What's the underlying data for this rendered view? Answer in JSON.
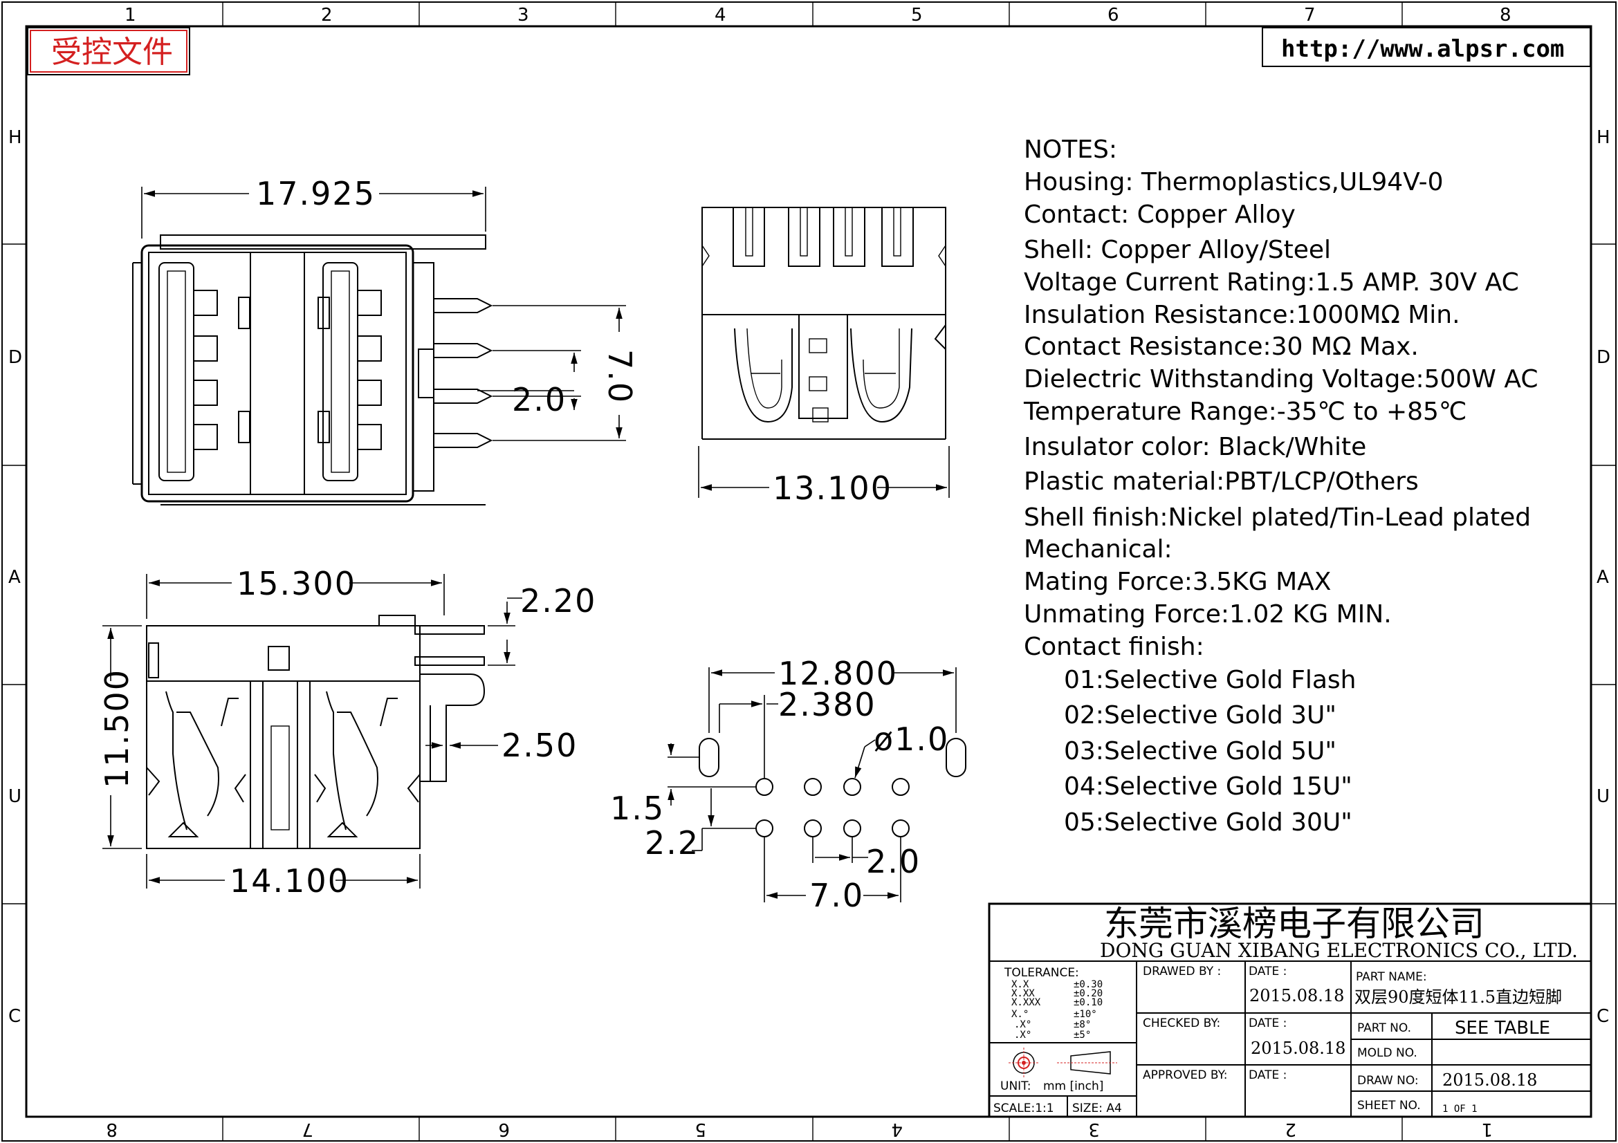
{
  "controlled_stamp": "受控文件",
  "url": "http://www.alpsr.com",
  "grid": {
    "top": [
      "1",
      "2",
      "3",
      "4",
      "5",
      "6",
      "7",
      "8"
    ],
    "bottom": [
      "8",
      "7",
      "6",
      "5",
      "4",
      "3",
      "2",
      "1"
    ],
    "left": [
      "H",
      "D",
      "A",
      "U",
      "C"
    ],
    "right": [
      "H",
      "D",
      "A",
      "U",
      "C"
    ]
  },
  "dimensions": {
    "top_width": "17.925",
    "pitch_7": "7.0",
    "pitch_2": "2.0",
    "front_width": "13.100",
    "side_width": "15.300",
    "side_height": "11.500",
    "offset_220": "2.20",
    "offset_250": "2.50",
    "bottom_width": "14.100",
    "pcb_width": "12.800",
    "pcb_offset": "2.380",
    "hole_dia": "ø1.0",
    "pcb_15": "1.5",
    "pcb_22": "2.2",
    "pcb_20": "2.0",
    "pcb_70": "7.0"
  },
  "notes": {
    "title": "NOTES:",
    "lines": [
      "Housing:  Thermoplastics,UL94V-0",
      "Contact:  Copper  Alloy",
      "Shell:  Copper  Alloy/Steel",
      "Voltage  Current  Rating:1.5  AMP.  30V  AC",
      "Insulation  Resistance:1000MΩ  Min.",
      "Contact  Resistance:30  MΩ  Max.",
      "Dielectric  Withstanding  Voltage:500W  AC",
      "Temperature  Range:-35℃  to  +85℃",
      "Insulator  color:  Black/White",
      "Plastic  material:PBT/LCP/Others",
      "Shell  finish:Nickel  plated/Tin-Lead  plated",
      "Mechanical:",
      "Mating  Force:3.5KG  MAX",
      "Unmating  Force:1.02  KG  MIN.",
      "Contact  finish:"
    ],
    "finishes": [
      "01:Selective  Gold  Flash",
      "02:Selective  Gold  3U\"",
      "03:Selective  Gold  5U\"",
      "04:Selective  Gold  15U\"",
      "05:Selective  Gold  30U\""
    ]
  },
  "title_block": {
    "company_cn": "东莞市溪榜电子有限公司",
    "company_en": "DONG  GUAN  XIBANG  ELECTRONICS  CO.,  LTD.",
    "tolerance_label": "TOLERANCE:",
    "tolerance_rows": [
      [
        "X.X",
        "±0.30"
      ],
      [
        "X.XX",
        "±0.20"
      ],
      [
        "X.XXX",
        "±0.10"
      ],
      [
        "X.°",
        "±10°"
      ],
      [
        ".X°",
        "±8°"
      ],
      [
        ".X°",
        "±5°"
      ]
    ],
    "unit_label": "UNIT:",
    "unit_value": "mm  [inch]",
    "scale": "SCALE:1:1",
    "size": "SIZE:  A4",
    "drawn_by": "DRAWED  BY :",
    "checked_by": "CHECKED  BY:",
    "approved_by": "APPROVED  BY:",
    "date_label": "DATE :",
    "date1": "2015.08.18",
    "date2": "2015.08.18",
    "part_name_label": "PART  NAME:",
    "part_name": "双层90度短体11.5直边短脚",
    "part_no_label": "PART  NO.",
    "part_no": "SEE  TABLE",
    "mold_no_label": "MOLD  NO.",
    "draw_no_label": "DRAW  NO:",
    "draw_no": "2015.08.18",
    "sheet_no_label": "SHEET  NO.",
    "sheet_no": "1  OF  1"
  }
}
